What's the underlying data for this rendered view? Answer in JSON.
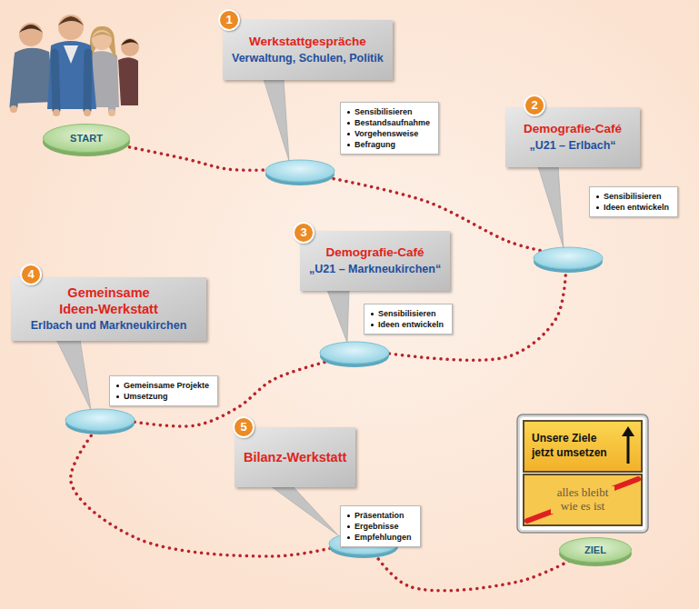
{
  "diagram": {
    "nodes": [
      {
        "text": [
          "START"
        ]
      },
      {
        "text": [
          "Werkstattgespräche",
          "Verwaltung, Schulen, Politik"
        ]
      },
      {
        "text": [
          "Sensibilisieren",
          "Bestandsaufnahme",
          "Vorgehensweise",
          "Befragung"
        ]
      },
      {
        "text": [
          "Demografie-Café",
          "„U21 – Erlbach“"
        ]
      },
      {
        "text": [
          "Sensibilisieren",
          "Ideen entwickeln"
        ]
      },
      {
        "text": [
          "Demografie-Café",
          "„U21 – Markneukirchen“"
        ]
      },
      {
        "text": [
          "Sensibilisieren",
          "Ideen entwickeln"
        ]
      },
      {
        "text": [
          "Gemeinsame Ideen-Werkstatt",
          "Erlbach und Markneukirchen"
        ]
      },
      {
        "text": [
          "Gemeinsame Projekte",
          "Umsetzung"
        ]
      },
      {
        "text": [
          "Bilanz-Werkstatt"
        ]
      },
      {
        "text": [
          "Präsentation",
          "Ergebnisse",
          "Empfehlungen"
        ]
      },
      {
        "text": [
          "Unsere Ziele jetzt umsetzen"
        ]
      },
      {
        "text": [
          "alles bleibt wie es ist"
        ]
      },
      {
        "text": [
          "ZIEL"
        ]
      }
    ],
    "edges": [
      {
        "from": 0,
        "to": 1,
        "arrow": "none"
      },
      {
        "from": 1,
        "to": 3,
        "arrow": "none"
      },
      {
        "from": 3,
        "to": 5,
        "arrow": "none"
      },
      {
        "from": 5,
        "to": 7,
        "arrow": "none"
      },
      {
        "from": 7,
        "to": 9,
        "arrow": "none"
      },
      {
        "from": 9,
        "to": 13,
        "arrow": "none"
      }
    ],
    "labels": [
      "1",
      "2",
      "3",
      "4",
      "5"
    ]
  }
}
